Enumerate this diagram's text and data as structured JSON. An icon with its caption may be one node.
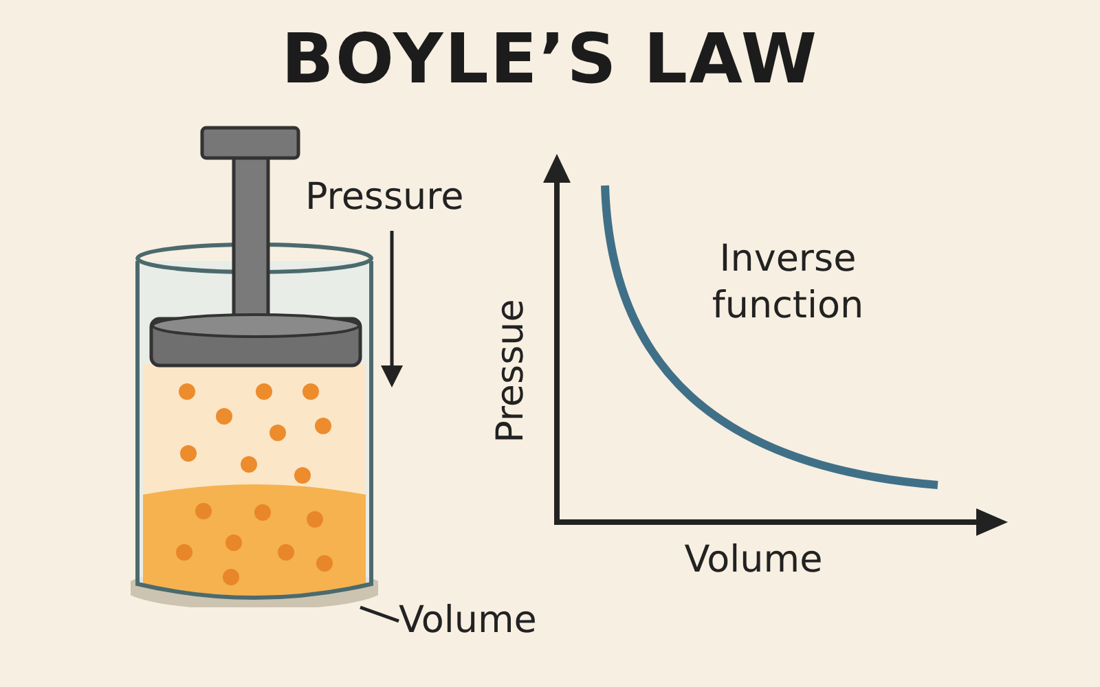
{
  "diagram": {
    "title": "BOYLE’S LAW",
    "nodes": [
      {
        "text": [],
        "shape": "picture"
      },
      {
        "text": [
          "Volume"
        ]
      }
    ],
    "edges": [
      {
        "from": 1,
        "to": 0,
        "arrow": "none"
      }
    ],
    "labels": [
      "Pressure",
      "Inverse function",
      "Pressue",
      "Volume"
    ]
  }
}
